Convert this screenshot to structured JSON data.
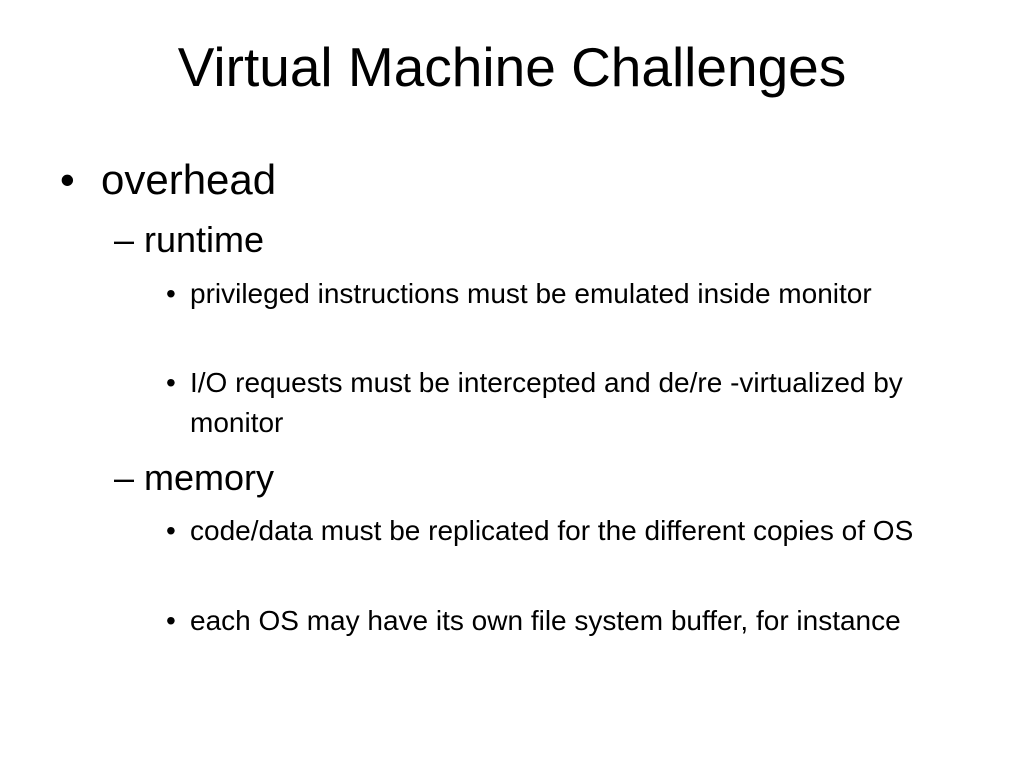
{
  "slide": {
    "title": "Virtual Machine Challenges",
    "bullet_symbol": "•",
    "dash_symbol": "–",
    "items": [
      {
        "label": "overhead",
        "subitems": [
          {
            "label": "runtime",
            "points": [
              "privileged instructions must be emulated inside monitor",
              "I/O requests must be intercepted and de/re -virtualized by monitor"
            ]
          },
          {
            "label": "memory",
            "points": [
              "code/data must be replicated for the different copies of OS",
              "each OS may have its own file system buffer, for instance"
            ]
          }
        ]
      }
    ]
  }
}
